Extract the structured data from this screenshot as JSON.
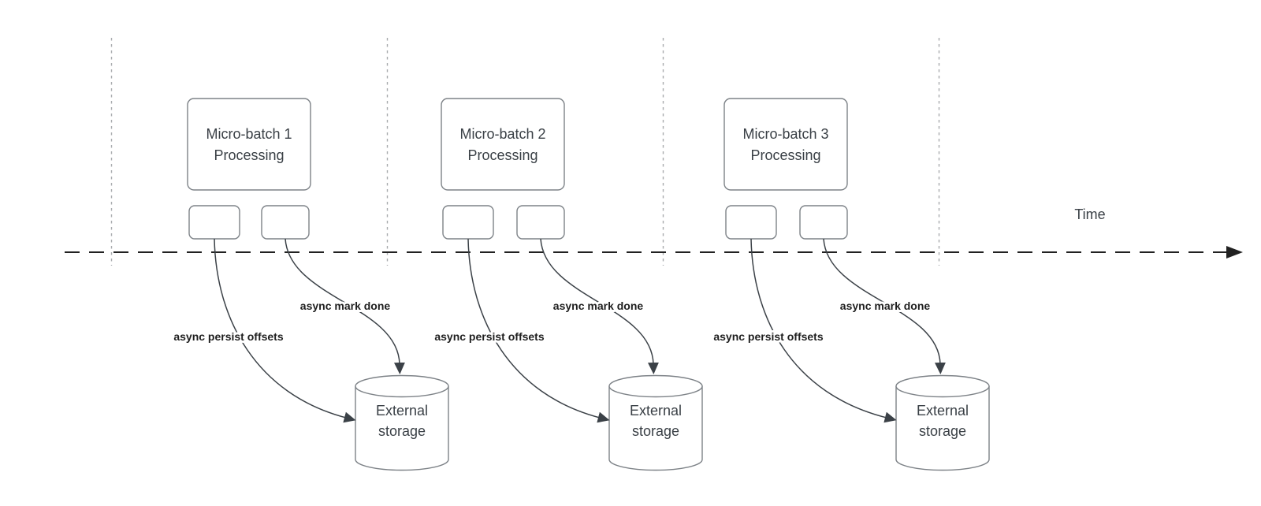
{
  "diagram": {
    "type": "timeline-flow-diagram",
    "time_axis": {
      "label": "Time"
    },
    "groups": [
      {
        "process": {
          "line1": "Micro-batch 1",
          "line2": "Processing"
        },
        "arrows": {
          "persist_offsets": "async persist offsets",
          "mark_done": "async mark done"
        },
        "storage": {
          "line1": "External",
          "line2": "storage"
        }
      },
      {
        "process": {
          "line1": "Micro-batch 2",
          "line2": "Processing"
        },
        "arrows": {
          "persist_offsets": "async persist offsets",
          "mark_done": "async mark done"
        },
        "storage": {
          "line1": "External",
          "line2": "storage"
        }
      },
      {
        "process": {
          "line1": "Micro-batch 3",
          "line2": "Processing"
        },
        "arrows": {
          "persist_offsets": "async persist offsets",
          "mark_done": "async mark done"
        },
        "storage": {
          "line1": "External",
          "line2": "storage"
        }
      }
    ],
    "colors": {
      "background": "#ffffff",
      "node_border": "#7d8287",
      "node_fill": "#ffffff",
      "node_text": "#3a4046",
      "edge": "#3b4147",
      "edge_label": "#1e1e1e",
      "time_axis": "#212121",
      "lane_divider": "#a8abae"
    }
  }
}
